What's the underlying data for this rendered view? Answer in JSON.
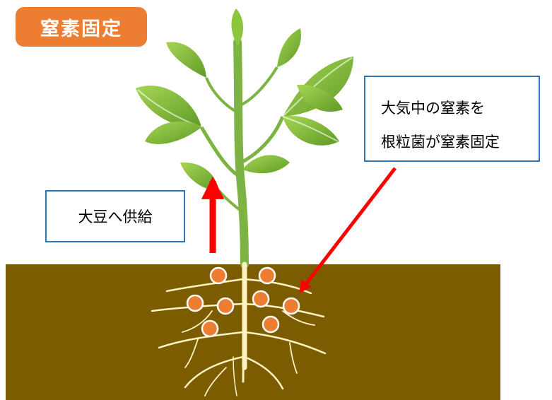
{
  "title": "窒素固定",
  "callouts": {
    "supply": "大豆へ供給",
    "fixation_line1": "大気中の窒素を",
    "fixation_line2": "根粒菌が窒素固定"
  },
  "colors": {
    "title_bg": "#ED7D31",
    "callout_border": "#2E75B6",
    "soil": "#7B5C00",
    "leaf": "#8CC63F",
    "leaf_dark": "#6FA82E",
    "stem": "#7CB342",
    "root": "#FFF3C4",
    "nodule": "#ED7D31",
    "arrow": "#FF0000"
  }
}
